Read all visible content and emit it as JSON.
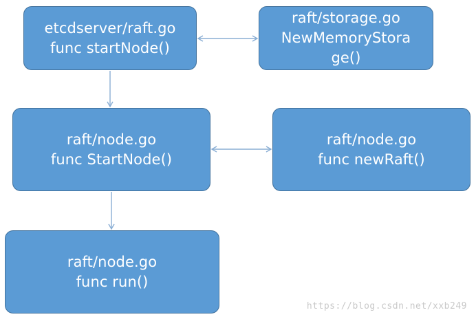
{
  "nodes": {
    "etcdserver_raft": {
      "lines": [
        "etcdserver/raft.go",
        "func startNode()"
      ]
    },
    "raft_storage": {
      "lines": [
        "raft/storage.go",
        "NewMemoryStora",
        "ge()"
      ]
    },
    "raft_node_startnode": {
      "lines": [
        "raft/node.go",
        "func StartNode()"
      ]
    },
    "raft_node_newraft": {
      "lines": [
        "raft/node.go",
        "func newRaft()"
      ]
    },
    "raft_node_run": {
      "lines": [
        "raft/node.go",
        "func run()"
      ]
    }
  },
  "edges": [
    {
      "from": "etcdserver_raft",
      "to": "raft_storage",
      "type": "bidirectional"
    },
    {
      "from": "etcdserver_raft",
      "to": "raft_node_startnode",
      "type": "directed"
    },
    {
      "from": "raft_node_startnode",
      "to": "raft_node_newraft",
      "type": "bidirectional"
    },
    {
      "from": "raft_node_startnode",
      "to": "raft_node_run",
      "type": "directed"
    }
  ],
  "colors": {
    "node_fill": "#5b9bd5",
    "node_border": "#41719c",
    "node_text": "#ffffff",
    "edge": "#8aaed4",
    "watermark": "#c8c8c8"
  },
  "watermark": "https://blog.csdn.net/xxb249"
}
